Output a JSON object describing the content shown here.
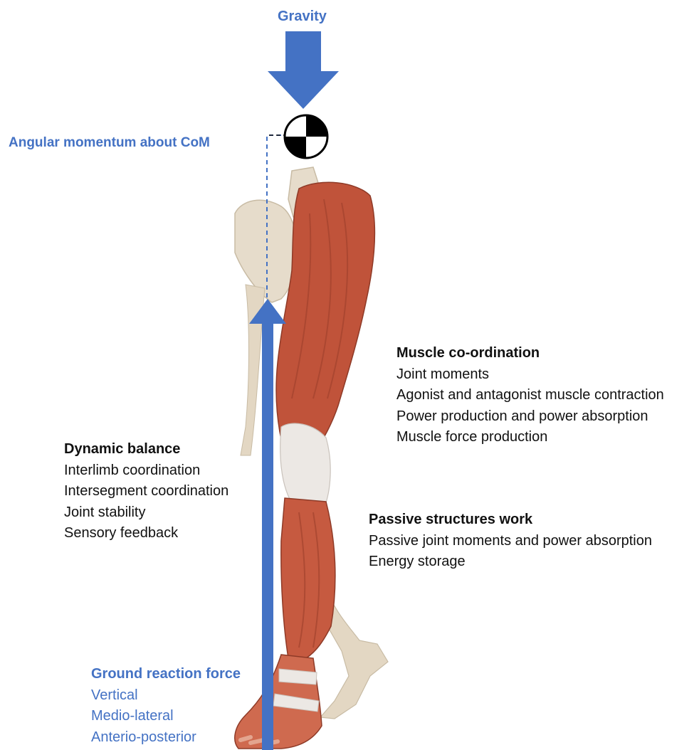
{
  "gravity_label": "Gravity",
  "angular_label": "Angular momentum about CoM",
  "muscle": {
    "heading": "Muscle co-ordination",
    "items": [
      "Joint moments",
      "Agonist and antagonist muscle contraction",
      "Power production and power absorption",
      "Muscle force production"
    ]
  },
  "dynamic": {
    "heading": "Dynamic balance",
    "items": [
      "Interlimb coordination",
      "Intersegment coordination",
      "Joint stability",
      "Sensory feedback"
    ]
  },
  "passive": {
    "heading": "Passive structures work",
    "items": [
      "Passive joint moments and power absorption",
      "Energy storage"
    ]
  },
  "grf": {
    "heading": "Ground reaction force",
    "items": [
      "Vertical",
      "Medio-lateral",
      "Anterio-posterior"
    ]
  },
  "colors": {
    "arrow": "#4472c4",
    "label_blue": "#4472c4",
    "muscle": "#c0533a",
    "bone": "#e6dccb",
    "tendon": "#ece8e4"
  }
}
